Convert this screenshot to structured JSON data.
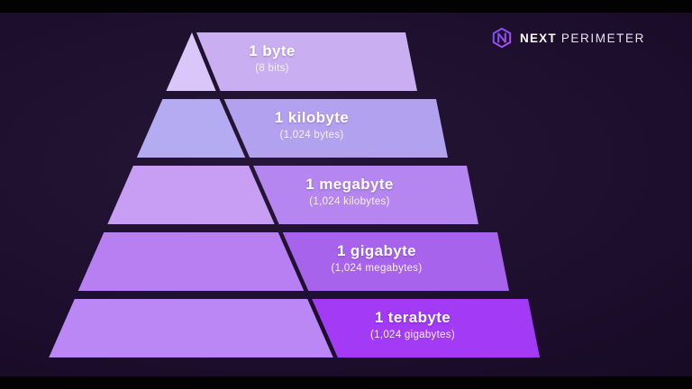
{
  "brand": {
    "name_bold": "NEXT",
    "name_light": "PERIMETER"
  },
  "tiers": [
    {
      "title": "1 byte",
      "subtitle": "(8 bits)",
      "banner_color": "#c9aef1",
      "slice_color": "#dac6f8"
    },
    {
      "title": "1 kilobyte",
      "subtitle": "(1,024 bytes)",
      "banner_color": "#b1a1ef",
      "slice_color": "#b5abf2"
    },
    {
      "title": "1 megabyte",
      "subtitle": "(1,024 kilobytes)",
      "banner_color": "#b585f0",
      "slice_color": "#c89ef5"
    },
    {
      "title": "1 gigabyte",
      "subtitle": "(1,024 megabytes)",
      "banner_color": "#a763ec",
      "slice_color": "#b77ff2"
    },
    {
      "title": "1 terabyte",
      "subtitle": "(1,024 gigabytes)",
      "banner_color": "#a23af6",
      "slice_color": "#ba87f4"
    }
  ],
  "colors": {
    "background": "#1b0d2b",
    "letterbox": "#020202",
    "brand_accent_1": "#7c4df2",
    "brand_accent_2": "#b14ef7",
    "text": "#ffffff"
  }
}
